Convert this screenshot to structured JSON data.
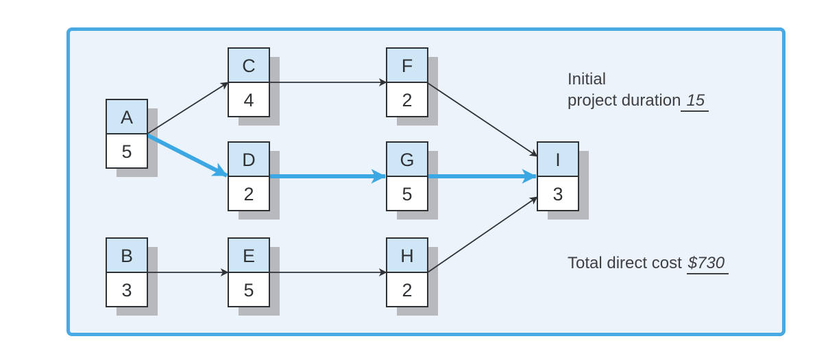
{
  "diagram": {
    "type": "activity-on-node-project-network",
    "nodes": [
      {
        "id": "A",
        "duration": "5"
      },
      {
        "id": "B",
        "duration": "3"
      },
      {
        "id": "C",
        "duration": "4"
      },
      {
        "id": "D",
        "duration": "2"
      },
      {
        "id": "E",
        "duration": "5"
      },
      {
        "id": "F",
        "duration": "2"
      },
      {
        "id": "G",
        "duration": "5"
      },
      {
        "id": "H",
        "duration": "2"
      },
      {
        "id": "I",
        "duration": "3"
      }
    ],
    "edges": [
      {
        "from": "A",
        "to": "C",
        "critical": false
      },
      {
        "from": "A",
        "to": "D",
        "critical": true
      },
      {
        "from": "C",
        "to": "F",
        "critical": false
      },
      {
        "from": "D",
        "to": "G",
        "critical": true
      },
      {
        "from": "F",
        "to": "I",
        "critical": false
      },
      {
        "from": "G",
        "to": "I",
        "critical": true
      },
      {
        "from": "B",
        "to": "E",
        "critical": false
      },
      {
        "from": "E",
        "to": "H",
        "critical": false
      },
      {
        "from": "H",
        "to": "I",
        "critical": false
      }
    ],
    "critical_path": [
      "A",
      "D",
      "G",
      "I"
    ]
  },
  "annotations": {
    "duration_label_line1": "Initial",
    "duration_label_line2": "project duration",
    "duration_value": "15",
    "cost_label": "Total direct cost",
    "cost_value": "$730"
  },
  "colors": {
    "panel_border": "#49aae3",
    "panel_background": "#edf3fa",
    "node_label_cell_fill": "#cfe6f6",
    "node_duration_cell_fill": "#ffffff",
    "node_border": "#2f3235",
    "shadow": "#b7b9bc",
    "critical_arrow": "#3ba7e3",
    "arrow": "#2f3235",
    "text": "#3e4043"
  }
}
